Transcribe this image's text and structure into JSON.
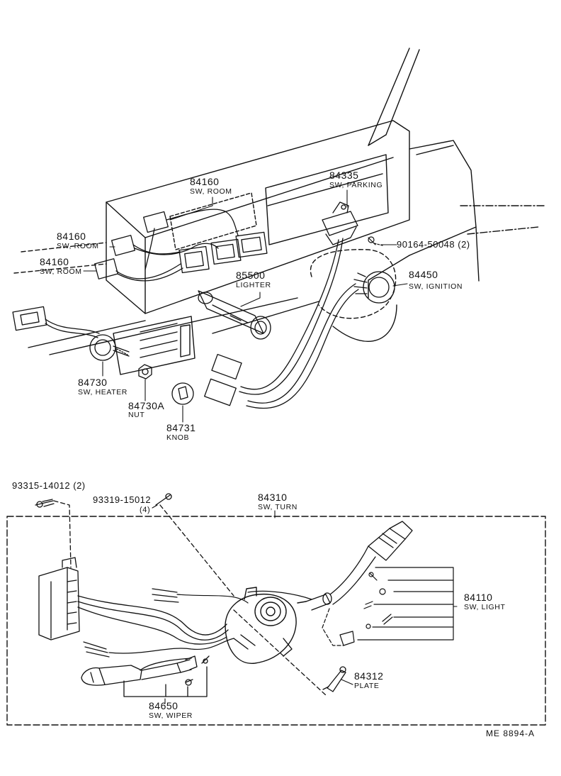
{
  "callouts": [
    {
      "id": "84160a",
      "part": "84160",
      "name": "SW, ROOM"
    },
    {
      "id": "84160b",
      "part": "84160",
      "name": "SW, ROOM"
    },
    {
      "id": "84160c",
      "part": "84160",
      "name": "SW, ROOM"
    },
    {
      "id": "84335",
      "part": "84335",
      "name": "SW, PARKING"
    },
    {
      "id": "85500",
      "part": "85500",
      "name": "LIGHTER"
    },
    {
      "id": "84450",
      "part": "84450",
      "name": "SW, IGNITION"
    },
    {
      "id": "90164",
      "part": "90164-50048 (2)",
      "name": ""
    },
    {
      "id": "84730",
      "part": "84730",
      "name": "SW, HEATER"
    },
    {
      "id": "84730A",
      "part": "84730A",
      "name": "NUT"
    },
    {
      "id": "84731",
      "part": "84731",
      "name": "KNOB"
    },
    {
      "id": "93315",
      "part": "93315-14012 (2)",
      "name": ""
    },
    {
      "id": "93319",
      "part": "93319-15012",
      "name": "(4)"
    },
    {
      "id": "84310",
      "part": "84310",
      "name": "SW, TURN"
    },
    {
      "id": "84110",
      "part": "84110",
      "name": "SW, LIGHT"
    },
    {
      "id": "84312",
      "part": "84312",
      "name": "PLATE"
    },
    {
      "id": "84650",
      "part": "84650",
      "name": "SW, WIPER"
    }
  ],
  "reference": "ME  8894-A",
  "colors": {
    "ink": "#111111",
    "paper": "#ffffff"
  }
}
